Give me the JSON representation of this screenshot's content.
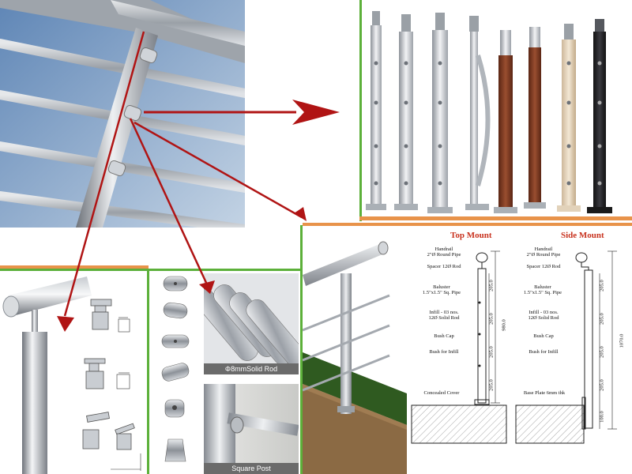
{
  "colors": {
    "arrow": "#b01414",
    "green_frame": "#5cb03a",
    "orange_frame": "#e8934a",
    "title_red": "#c8321e",
    "sky": "#7f9fc2",
    "steel": "#b8bcc2",
    "wood": "#7a3a22",
    "ground": "#2f5a20"
  },
  "icons": [
    "railing-photo",
    "baluster-posts",
    "handrail-fittings",
    "connectors",
    "solid-rod",
    "square-post-fitting",
    "railing-3d-model",
    "mount-diagram"
  ],
  "rod_panel": {
    "caption": "Φ8mmSolid Rod"
  },
  "post_panel": {
    "caption": "Square Post"
  },
  "diagram": {
    "top_title": "Top Mount",
    "side_title": "Side Mount",
    "handrail": "Handrail\n2\"Ø Round Pipe",
    "spacer": "Spacer 12Ø Rod",
    "baluster": "Baluster\n1.5\"x1.5\" Sq. Pipe",
    "infill": "Infill - 03 nos.\n12Ø Solid Rod",
    "bush_cap": "Bush Cap",
    "bush_infill": "Bush for Infill",
    "concealed": "Concealed Cover",
    "base_plate": "Base Plate 6mm thk",
    "dim_total_top": "980.0",
    "dim_total_side": "1070.0",
    "dim_seg1": "205.0",
    "dim_seg2": "205.0",
    "dim_seg3": "205.0",
    "dim_seg4": "205.0",
    "dim_side_base": "100.0"
  }
}
